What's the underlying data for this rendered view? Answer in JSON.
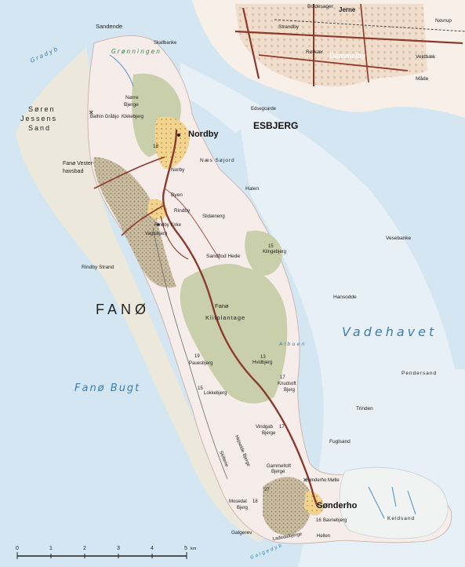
{
  "map": {
    "title": "",
    "colors": {
      "sea": "#d3e6f2",
      "tidal_flat": "#e8f1f6",
      "land": "#f6ecea",
      "forest": "#c8cfaa",
      "dune": "#a99c82",
      "town": "#f2d79a",
      "road_main": "#8c3a2b",
      "water_text": "#3a7fb2"
    },
    "water_labels": {
      "gradyb": "Gradyb",
      "vadehavet": "Vadehavet",
      "fano_bugt": "Fanø Bugt",
      "galgedyb": "Galgedyb"
    },
    "island_label": "FANØ",
    "places": {
      "nordby": "Nordby",
      "sonderho": "Sønderho",
      "esbjerg": "ESBJERG",
      "gammelby": "Gammelby",
      "jerne": "Jerne",
      "boldesager": "Boldesager",
      "strandby": "Strandby",
      "rorkaer": "Rørkær",
      "novrup": "Novrup",
      "veldbaek": "Veldbæk",
      "maade": "Måde",
      "rindby": "Rindby",
      "byen": "Byen",
      "norby": "Norby",
      "fana_vesterhavsbad": "Fanø Vester-",
      "fana_vesterhavsbad_2": "havsbad",
      "rindby_strand": "Rindby Strand",
      "soren_jessens_1": "Søren",
      "soren_jessens_2": "Jessens",
      "soren_jessens_3": "Sand",
      "sandende": "Sandende",
      "gronningen": "Grønningen",
      "skallbanke": "Skallbanke",
      "norre_bjerge_1": "Nørre",
      "norre_bjerge_2": "Bjerge",
      "kikkebjerg": "Kikkebjerg",
      "bathin_grabjo": "Bathin Gråbjo",
      "naes_sojord": "Næs Søjord",
      "halen": "Halen",
      "slidaeneng": "Slidæneng",
      "rindby_kirke": "Rindby Kirke",
      "vagtsbjerg": "Vagtsbjerg",
      "sandflod_hede": "Sandflod Hede",
      "klingebjerg": "Klingebjerg",
      "vesebanke": "Vesebanke",
      "hansodde": "Hansodde",
      "fano_1": "Fanø",
      "klitplantage": "Klitplantage",
      "albuen": "Albuen",
      "pendersand": "Pendersand",
      "hvidbjerg": "Hvidbjerg",
      "pauesbjerg": "Pauesbjerg",
      "knudsoft_1": "Knudsoft",
      "knudsoft_2": "Bjerg",
      "lokkebjerg": "Lokkebjerg",
      "trinden": "Trinden",
      "vindgab_1": "Vindgab",
      "vindgab_2": "Bjerge",
      "fuglsand": "Fuglsand",
      "hejselde_bjerge": "Hejselde Bjerge",
      "skiltene": "Skiltene",
      "gammeltoft_1": "Gammeltoft",
      "gammeltoft_2": "Bjerge",
      "sonderho_molle": "Sønderho Mølle",
      "mosedal_1": "Mosedal",
      "mosedal_2": "Bjerg",
      "bavnebjerg": "Bavnebjerg",
      "keldsand": "Keldsand",
      "galgerev": "Galgerev",
      "ladedalbjerge": "Ladedalbjerge",
      "hellen": "Hellen",
      "edsegcarde": "Edsegcarde"
    },
    "heights": {
      "nordby_h": "18",
      "klingebjerg_h": "15",
      "hvidbjerg_h": "13",
      "pauesbjerg_h": "19",
      "knudsoft_h": "17",
      "lokkebjerg_h": "15",
      "vindgab_h": "17",
      "mosedal_h": "18",
      "bavnebjerg_h": "16",
      "gammeltoft_h": "27"
    },
    "scale": {
      "ticks": [
        "0",
        "1",
        "2",
        "3",
        "4",
        "5"
      ],
      "unit": "km"
    }
  }
}
